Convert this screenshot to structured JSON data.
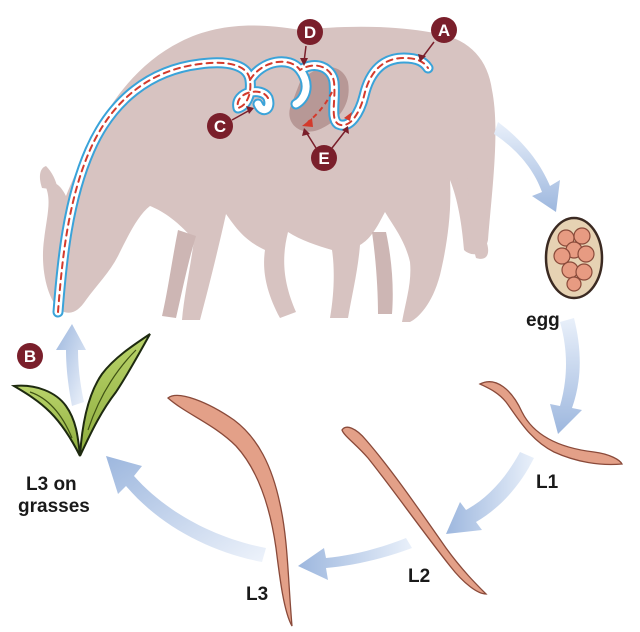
{
  "labels": {
    "egg": "egg",
    "l1": "L1",
    "l2": "L2",
    "l3": "L3",
    "l3_grasses_line1": "L3 on",
    "l3_grasses_line2": "grasses"
  },
  "markers": {
    "a": "A",
    "b": "B",
    "c": "C",
    "d": "D",
    "e": "E"
  },
  "colors": {
    "horse": "#d7c3c1",
    "horse_shadow": "#b79896",
    "gut_wall": "#3aa3d9",
    "gut_path": "#d33a2c",
    "marker": "#7a1f2b",
    "arrow": "#a9bfe0",
    "larva": "#e3a088",
    "larva_outline": "#8a4a3a",
    "egg_shell": "#e6d2b3",
    "egg_cells": "#e79b82",
    "grass": "#a6c35a"
  }
}
